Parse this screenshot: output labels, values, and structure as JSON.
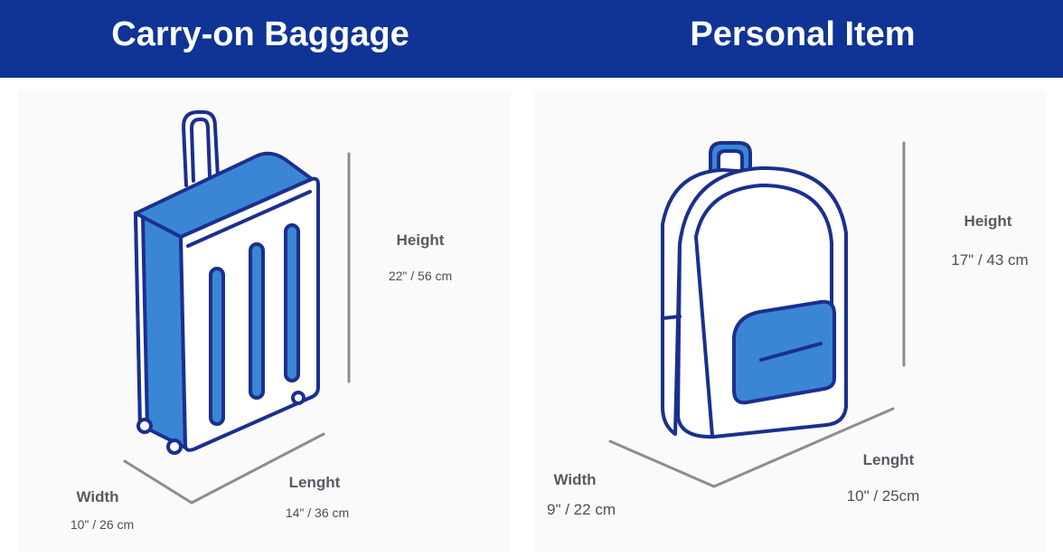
{
  "header": {
    "carry_on_title": "Carry-on Baggage",
    "personal_title": "Personal Item"
  },
  "carry_on": {
    "height_label": "Height",
    "height_value": "22\" / 56 cm",
    "length_label": "Lenght",
    "length_value": "14\" / 36 cm",
    "width_label": "Width",
    "width_value": "10\" / 26 cm"
  },
  "personal_item": {
    "height_label": "Height",
    "height_value": "17\" / 43 cm",
    "length_label": "Lenght",
    "length_value": "10\" / 25cm",
    "width_label": "Width",
    "width_value": "9\" / 22 cm"
  },
  "colors": {
    "header_bg": "#0f3496",
    "outline": "#1b2f8f",
    "accent_blue": "#3a86d4",
    "dimension_line": "#8a8d93"
  }
}
